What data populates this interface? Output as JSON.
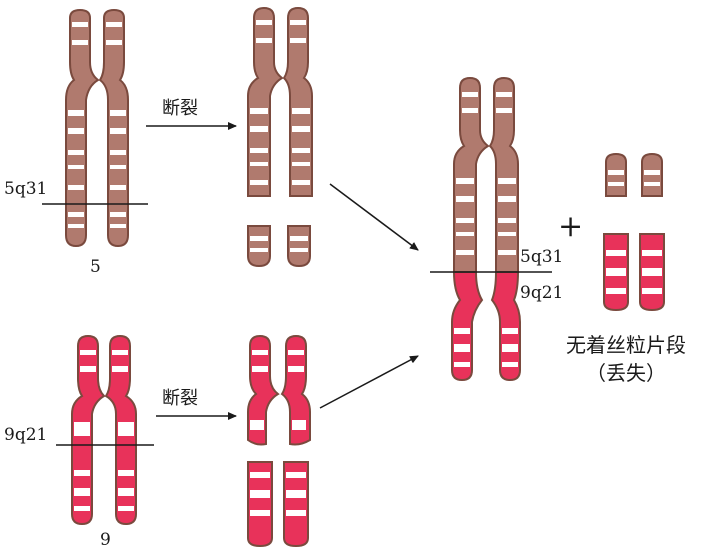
{
  "labels": {
    "band_5q31": "5q31",
    "chrom_5": "5",
    "band_9q21": "9q21",
    "chrom_9": "9",
    "break_top": "断裂",
    "break_bottom": "断裂",
    "result_5q31": "5q31",
    "result_9q21": "9q21",
    "plus": "+",
    "acentric": "无着丝粒片段",
    "lost": "（丢失）"
  },
  "colors": {
    "chr5": "#b07a6e",
    "chr9": "#e8325a",
    "outline": "#7a4a3e",
    "band": "#ffffff",
    "line": "#1a1a1a"
  }
}
